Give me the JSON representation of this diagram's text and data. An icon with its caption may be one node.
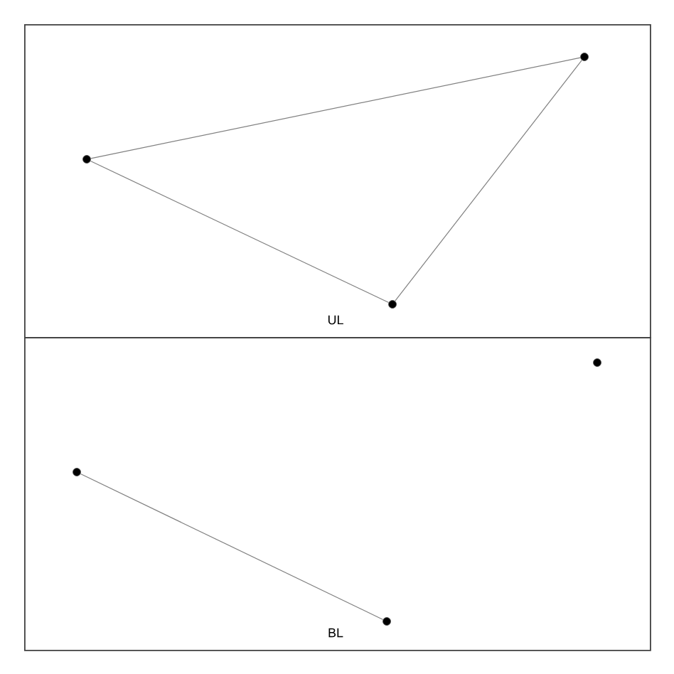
{
  "diagram": {
    "nodes": [
      {
        "text": [
          "UL"
        ]
      },
      {
        "text": [],
        "shape": "circle",
        "in": 0
      },
      {
        "text": [],
        "shape": "circle",
        "in": 0
      },
      {
        "text": [],
        "shape": "circle",
        "in": 0
      },
      {
        "text": [
          "BL"
        ]
      },
      {
        "text": [],
        "shape": "circle",
        "in": 4
      },
      {
        "text": [],
        "shape": "circle",
        "in": 4
      },
      {
        "text": [],
        "shape": "circle",
        "in": 4
      }
    ],
    "edges": [
      {
        "from": 1,
        "to": 3,
        "arrow": "none"
      },
      {
        "from": 3,
        "to": 2,
        "arrow": "none"
      },
      {
        "from": 1,
        "to": 2,
        "arrow": "none"
      },
      {
        "from": 5,
        "to": 6,
        "arrow": "none"
      }
    ]
  }
}
